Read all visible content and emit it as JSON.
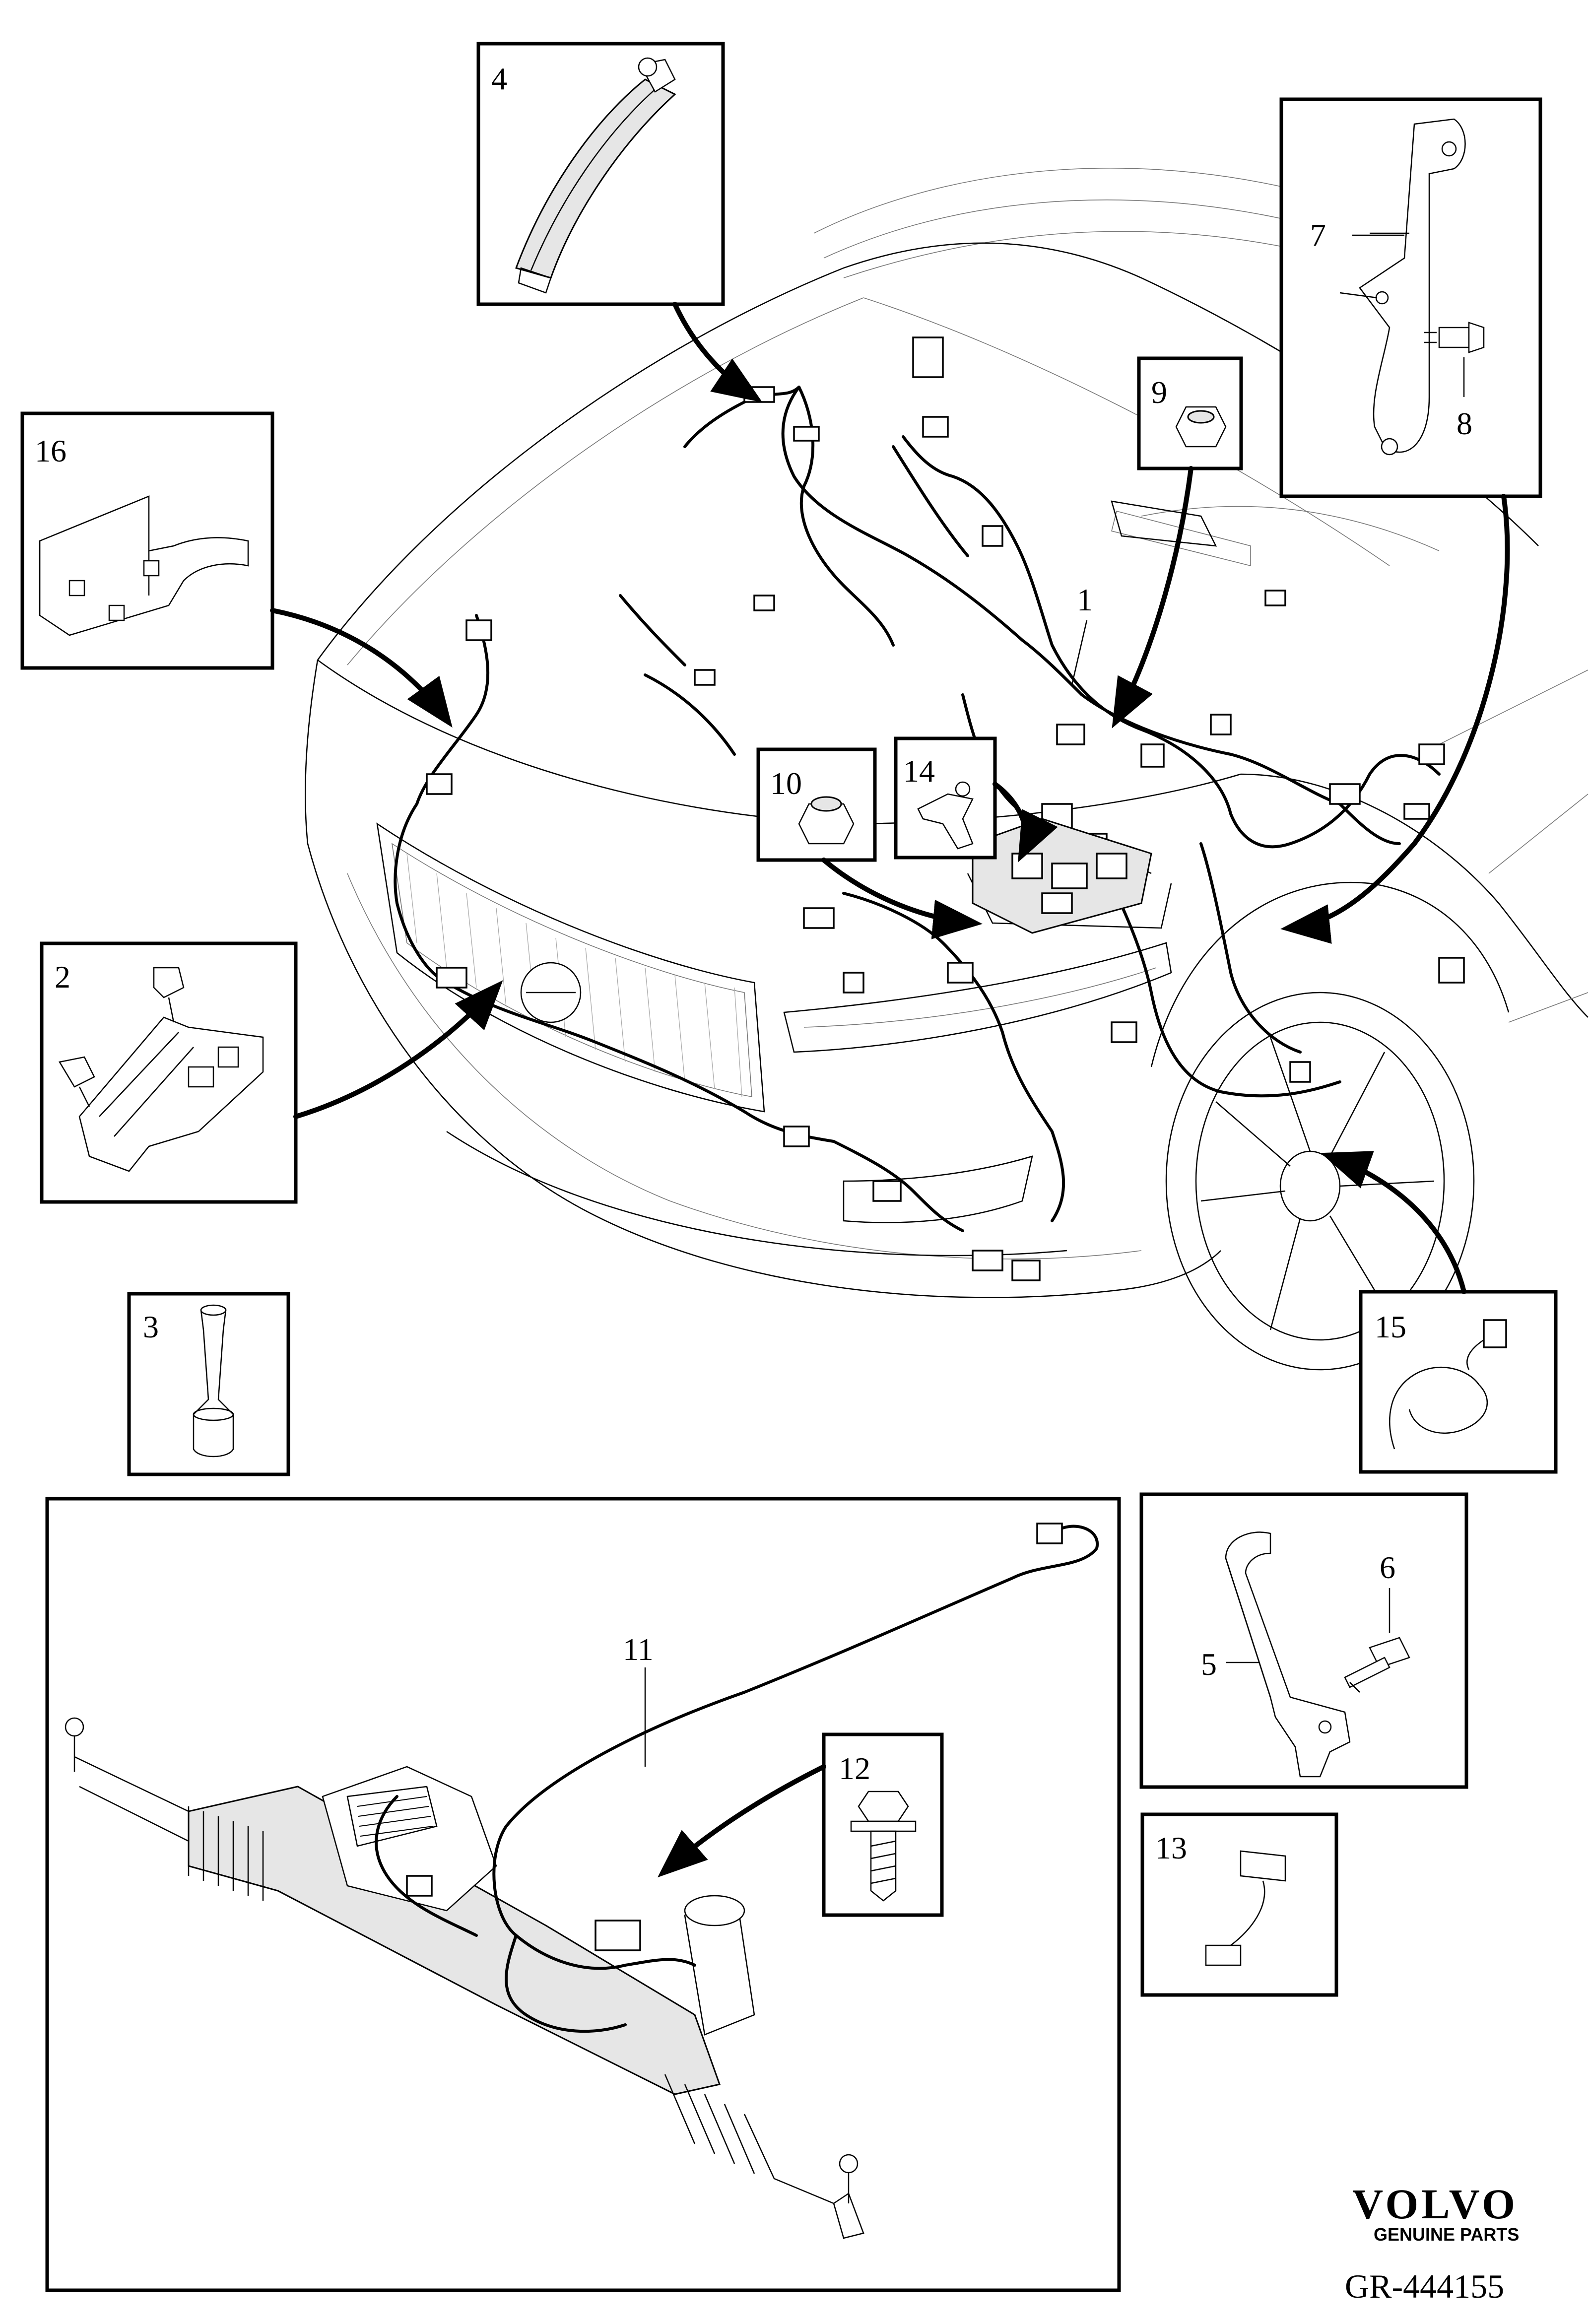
{
  "callouts": {
    "c1": "1",
    "c2": "2",
    "c3": "3",
    "c4": "4",
    "c5": "5",
    "c6": "6",
    "c7": "7",
    "c8": "8",
    "c9": "9",
    "c10": "10",
    "c11": "11",
    "c12": "12",
    "c13": "13",
    "c14": "14",
    "c15": "15",
    "c16": "16"
  },
  "branding": {
    "brand": "VOLVO",
    "tagline": "GENUINE PARTS",
    "reference": "GR-444155"
  }
}
